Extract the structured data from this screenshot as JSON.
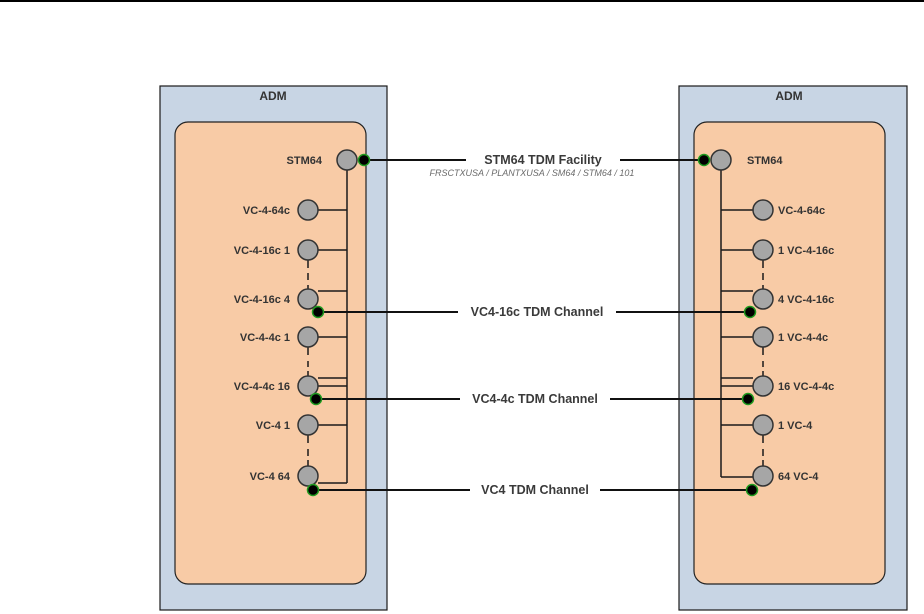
{
  "diagram": {
    "colors": {
      "outer_fill": "#c8d5e4",
      "inner_fill": "#f8cba6",
      "port_fill": "#a6a6a6",
      "endpoint_fill": "#000000",
      "endpoint_stroke": "#1f9a1f",
      "line": "#1a1a1a"
    },
    "devices": [
      {
        "id": "left",
        "title": "ADM",
        "ports": [
          {
            "id": "stm64",
            "label": "STM64"
          },
          {
            "id": "vc4-64c",
            "label": "VC-4-64c"
          },
          {
            "id": "vc4-16c-1",
            "label": "VC-4-16c 1"
          },
          {
            "id": "vc4-16c-4",
            "label": "VC-4-16c 4"
          },
          {
            "id": "vc4-4c-1",
            "label": "VC-4-4c 1"
          },
          {
            "id": "vc4-4c-16",
            "label": "VC-4-4c 16"
          },
          {
            "id": "vc4-1",
            "label": "VC-4 1"
          },
          {
            "id": "vc4-64",
            "label": "VC-4 64"
          }
        ]
      },
      {
        "id": "right",
        "title": "ADM",
        "ports": [
          {
            "id": "stm64",
            "label": "STM64"
          },
          {
            "id": "vc4-64c",
            "label": "VC-4-64c"
          },
          {
            "id": "vc4-16c-1",
            "label": "1 VC-4-16c"
          },
          {
            "id": "vc4-16c-4",
            "label": "4 VC-4-16c"
          },
          {
            "id": "vc4-4c-1",
            "label": "1 VC-4-4c"
          },
          {
            "id": "vc4-4c-16",
            "label": "16 VC-4-4c"
          },
          {
            "id": "vc4-1",
            "label": "1 VC-4"
          },
          {
            "id": "vc4-64",
            "label": "64 VC-4"
          }
        ]
      }
    ],
    "links": [
      {
        "id": "stm64-facility",
        "label": "STM64 TDM Facility",
        "sublabel": "FRSCTXUSA / PLANTXUSA / SM64 / STM64 / 101",
        "from_port": "stm64",
        "to_port": "stm64"
      },
      {
        "id": "vc4-16c-channel",
        "label": "VC4-16c TDM Channel",
        "from_port": "vc4-16c-4",
        "to_port": "vc4-16c-4"
      },
      {
        "id": "vc4-4c-channel",
        "label": "VC4-4c TDM Channel",
        "from_port": "vc4-4c-16",
        "to_port": "vc4-4c-16"
      },
      {
        "id": "vc4-channel",
        "label": "VC4 TDM Channel",
        "from_port": "vc4-64",
        "to_port": "vc4-64"
      }
    ]
  }
}
